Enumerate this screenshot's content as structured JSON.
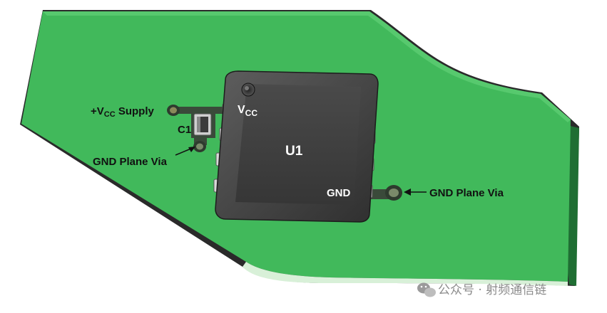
{
  "diagram": {
    "board_color": "#3fb85a",
    "chip": {
      "name": "U1",
      "vcc_pin_label_main": "V",
      "vcc_pin_label_sub": "CC",
      "gnd_pin_label": "GND"
    },
    "labels": {
      "supply_prefix": "+V",
      "supply_sub": "CC",
      "supply_suffix": " Supply",
      "capacitor": "C1",
      "gnd_via_left": "GND Plane Via",
      "gnd_via_right": "GND Plane Via"
    }
  },
  "watermark": {
    "text": "公众号 · 射频通信链",
    "icon": "wechat-icon"
  }
}
